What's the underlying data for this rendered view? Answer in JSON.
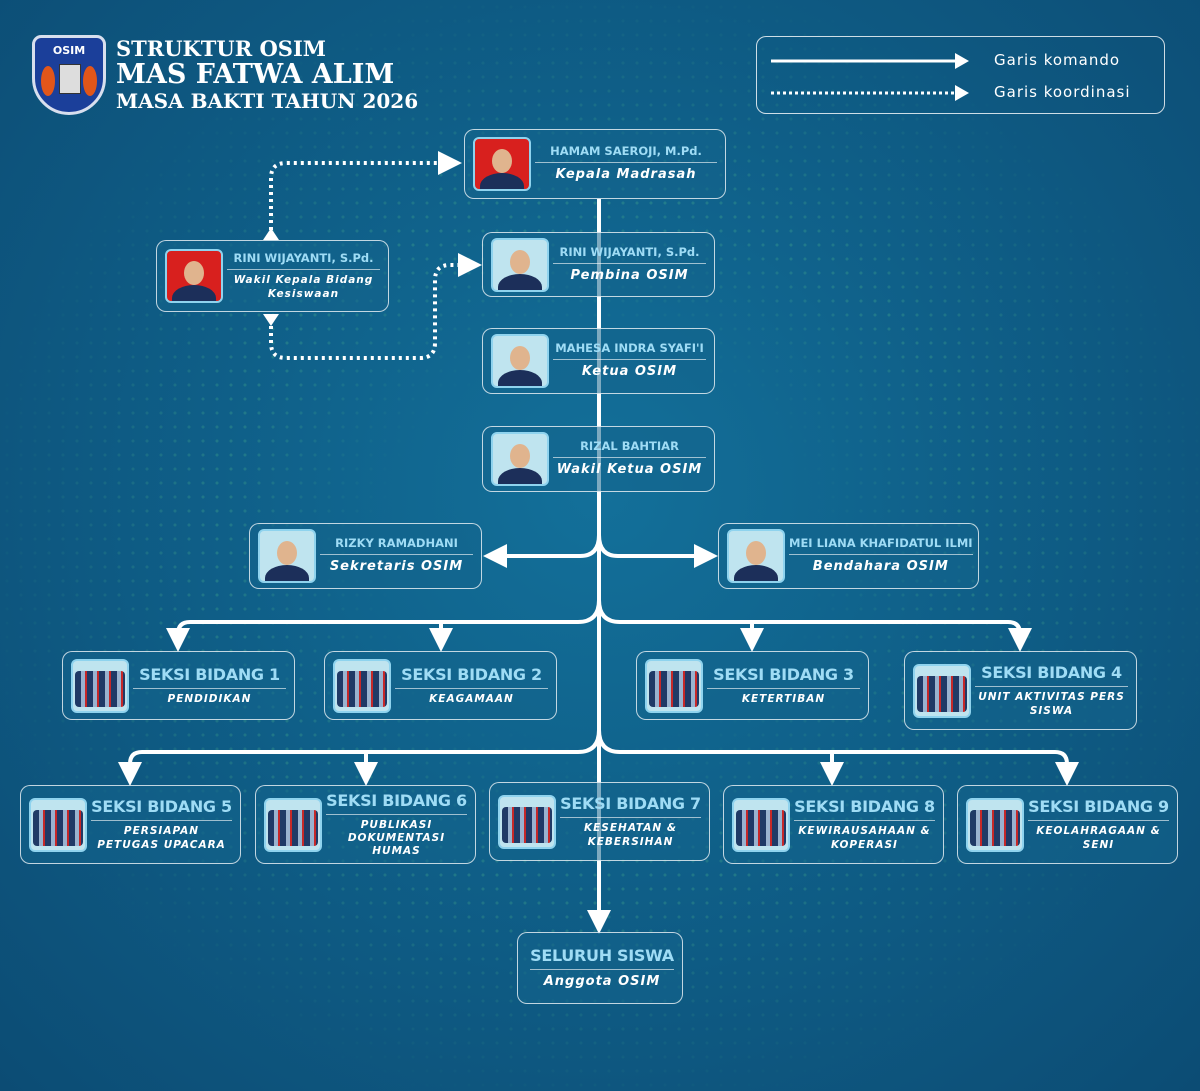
{
  "header": {
    "logo_text": "OSIM",
    "line1": "STRUKTUR OSIM",
    "line2": "MAS FATWA ALIM",
    "line3": "MASA BAKTI TAHUN 2026"
  },
  "legend": {
    "command": "Garis komando",
    "coordination": "Garis koordinasi"
  },
  "nodes": [
    {
      "id": "kepala",
      "name": "HAMAM SAEROJI, M.Pd.",
      "role": "Kepala Madrasah",
      "photo": "red"
    },
    {
      "id": "wakasek",
      "name": "RINI WIJAYANTI, S.Pd.",
      "role": "Wakil Kepala Bidang Kesiswaan",
      "photo": "red"
    },
    {
      "id": "pembina",
      "name": "RINI WIJAYANTI, S.Pd.",
      "role": "Pembina OSIM",
      "photo": "light"
    },
    {
      "id": "ketua",
      "name": "MAHESA INDRA SYAFI'I",
      "role": "Ketua OSIM",
      "photo": "light"
    },
    {
      "id": "wakil",
      "name": "RIZAL BAHTIAR",
      "role": "Wakil Ketua OSIM",
      "photo": "light"
    },
    {
      "id": "sekretaris",
      "name": "RIZKY RAMADHANI",
      "role": "Sekretaris OSIM",
      "photo": "light"
    },
    {
      "id": "bendahara",
      "name": "MEI LIANA KHAFIDATUL ILMI",
      "role": "Bendahara OSIM",
      "photo": "light"
    },
    {
      "id": "s1",
      "name": "SEKSI BIDANG 1",
      "role": "PENDIDIKAN",
      "photo": "group"
    },
    {
      "id": "s2",
      "name": "SEKSI BIDANG 2",
      "role": "KEAGAMAAN",
      "photo": "group"
    },
    {
      "id": "s3",
      "name": "SEKSI BIDANG 3",
      "role": "KETERTIBAN",
      "photo": "group"
    },
    {
      "id": "s4",
      "name": "SEKSI BIDANG 4",
      "role": "UNIT AKTIVITAS PERS SISWA",
      "photo": "group"
    },
    {
      "id": "s5",
      "name": "SEKSI BIDANG 5",
      "role": "PERSIAPAN PETUGAS UPACARA",
      "photo": "group"
    },
    {
      "id": "s6",
      "name": "SEKSI BIDANG 6",
      "role": "PUBLIKASI DOKUMENTASI HUMAS",
      "photo": "group"
    },
    {
      "id": "s7",
      "name": "SEKSI BIDANG 7",
      "role": "KESEHATAN & KEBERSIHAN",
      "photo": "group"
    },
    {
      "id": "s8",
      "name": "SEKSI BIDANG 8",
      "role": "KEWIRAUSAHAAN & KOPERASI",
      "photo": "group"
    },
    {
      "id": "s9",
      "name": "SEKSI BIDANG 9",
      "role": "KEOLAHRAGAAN & SENI",
      "photo": "group"
    },
    {
      "id": "siswa",
      "name": "SELURUH SISWA",
      "role": "Anggota OSIM",
      "photo": "none"
    }
  ]
}
